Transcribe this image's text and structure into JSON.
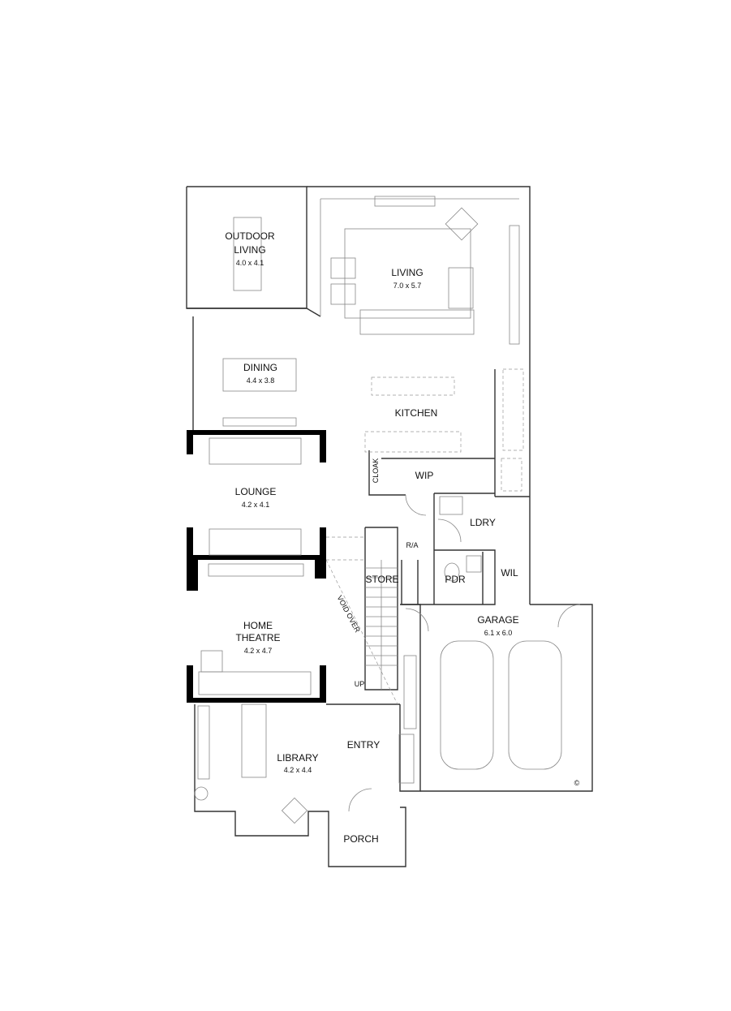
{
  "rooms": {
    "outdoor_living": {
      "name_line1": "OUTDOOR",
      "name_line2": "LIVING",
      "size": "4.0 x 4.1"
    },
    "living": {
      "name": "LIVING",
      "size": "7.0 x 5.7"
    },
    "dining": {
      "name": "DINING",
      "size": "4.4 x 3.8"
    },
    "kitchen": {
      "name": "KITCHEN"
    },
    "lounge": {
      "name": "LOUNGE",
      "size": "4.2 x 4.1"
    },
    "cloak": {
      "name": "CLOAK"
    },
    "wip": {
      "name": "WIP"
    },
    "ldry": {
      "name": "LDRY"
    },
    "ra": {
      "name": "R/A"
    },
    "store": {
      "name": "STORE"
    },
    "pdr": {
      "name": "PDR"
    },
    "wil": {
      "name": "WIL"
    },
    "void": {
      "name": "VOID OVER"
    },
    "home_theatre": {
      "name_line1": "HOME",
      "name_line2": "THEATRE",
      "size": "4.2 x 4.7"
    },
    "garage": {
      "name": "GARAGE",
      "size": "6.1 x 6.0"
    },
    "up": {
      "name": "UP"
    },
    "library": {
      "name": "LIBRARY",
      "size": "4.2 x 4.4"
    },
    "entry": {
      "name": "ENTRY"
    },
    "porch": {
      "name": "PORCH"
    }
  },
  "symbols": {
    "copyright": "©"
  },
  "colors": {
    "wall": "#333333",
    "structural": "#000000",
    "furniture": "#888888"
  }
}
